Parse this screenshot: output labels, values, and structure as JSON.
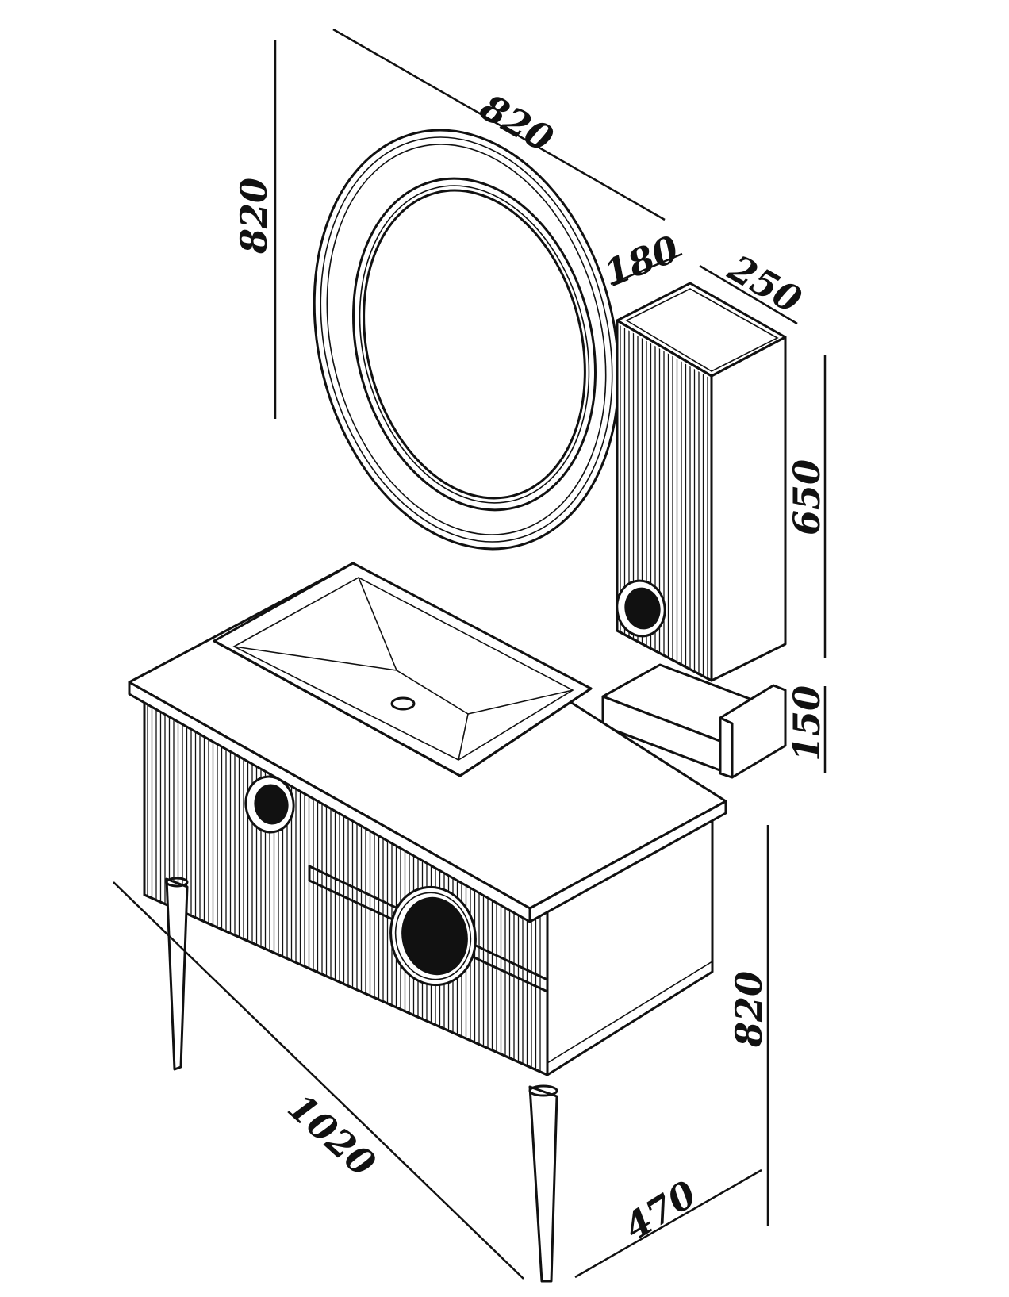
{
  "colors": {
    "line": "#111111",
    "background": "#ffffff"
  },
  "dimensions": {
    "mirror_width": "820",
    "mirror_height": "820",
    "mirror_depth": "180",
    "cabinet_width": "250",
    "cabinet_height": "650",
    "shelf_height": "150",
    "vanity_height": "820",
    "vanity_width": "1020",
    "vanity_depth": "470"
  }
}
